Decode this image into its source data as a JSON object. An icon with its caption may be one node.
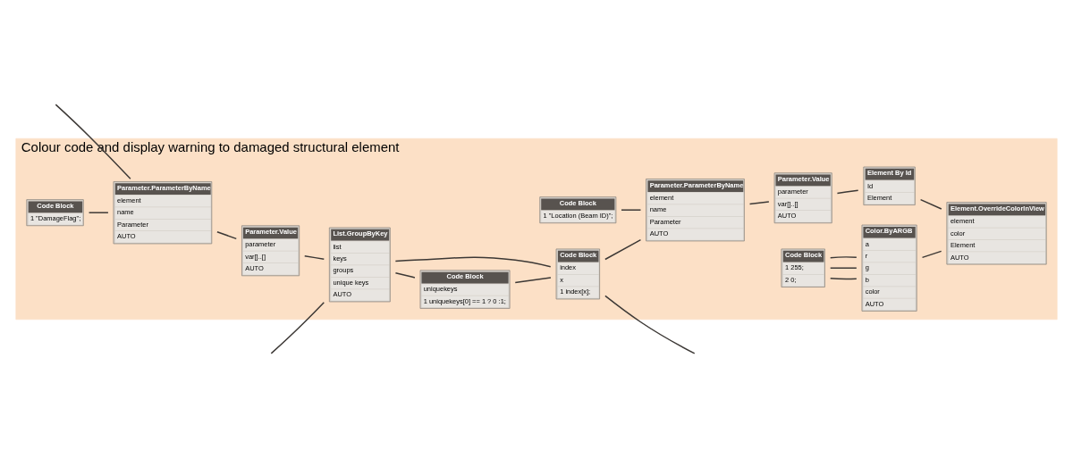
{
  "diagram": {
    "nodes": [
      {
        "text": [
          "Colour code and display warning to damaged structural element"
        ]
      },
      {
        "text": [
          "Code Block",
          "1 \"DamageFlag\";"
        ],
        "in": 0
      },
      {
        "text": [
          "Parameter.ParameterByName",
          "element",
          "name",
          "Parameter",
          "AUTO"
        ],
        "in": 0
      },
      {
        "text": [
          "Parameter.Value",
          "parameter",
          "var[]..[]",
          "AUTO"
        ],
        "in": 0
      },
      {
        "text": [
          "List.GroupByKey",
          "list",
          "keys",
          "groups",
          "unique keys",
          "AUTO"
        ],
        "in": 0
      },
      {
        "text": [
          "Code Block",
          "uniquekeys",
          "1 uniquekeys[0] == 1 ? 0 :1;"
        ],
        "in": 0
      },
      {
        "text": [
          "Code Block",
          "index",
          "x",
          "1 index[x];"
        ],
        "in": 0
      },
      {
        "text": [
          "Parameter.ParameterByName",
          "element",
          "name",
          "Parameter",
          "AUTO"
        ],
        "in": 0
      },
      {
        "text": [
          "Parameter.Value",
          "parameter",
          "var[]..[]",
          "AUTO"
        ],
        "in": 0
      },
      {
        "text": [
          "Element By Id",
          "Id",
          "Element"
        ],
        "in": 0
      },
      {
        "text": [
          "Element.OverrideColorInView",
          "element",
          "color",
          "Element",
          "AUTO"
        ],
        "in": 0
      },
      {
        "text": [
          "Code Block",
          "1 \"Location (Beam ID)\";"
        ],
        "in": 0
      },
      {
        "text": [
          "Code Block",
          "1 255;",
          "2 0;"
        ],
        "in": 0
      },
      {
        "text": [
          "Color.ByARGB",
          "a",
          "r",
          "g",
          "b",
          "color",
          "AUTO"
        ],
        "in": 0
      }
    ],
    "edges": [
      {
        "from": null,
        "to": 2,
        "arrow": "none"
      },
      {
        "from": null,
        "to": 4,
        "arrow": "none"
      },
      {
        "from": 1,
        "to": 2,
        "arrow": "none"
      },
      {
        "from": 2,
        "to": 3,
        "arrow": "none"
      },
      {
        "from": 3,
        "to": 4,
        "arrow": "none"
      },
      {
        "from": 4,
        "to": 6,
        "arrow": "none"
      },
      {
        "from": 4,
        "to": 5,
        "arrow": "none"
      },
      {
        "from": 5,
        "to": 6,
        "arrow": "none"
      },
      {
        "from": 6,
        "to": null,
        "arrow": "none"
      },
      {
        "from": 6,
        "to": 7,
        "arrow": "none"
      },
      {
        "from": 11,
        "to": 7,
        "arrow": "none"
      },
      {
        "from": 7,
        "to": 8,
        "arrow": "none"
      },
      {
        "from": 8,
        "to": 9,
        "arrow": "none"
      },
      {
        "from": 9,
        "to": 10,
        "arrow": "none"
      },
      {
        "from": 12,
        "to": 13,
        "arrow": "none"
      },
      {
        "from": 12,
        "to": 13,
        "arrow": "none"
      },
      {
        "from": 12,
        "to": 13,
        "arrow": "none"
      },
      {
        "from": 13,
        "to": 10,
        "arrow": "none"
      }
    ]
  }
}
